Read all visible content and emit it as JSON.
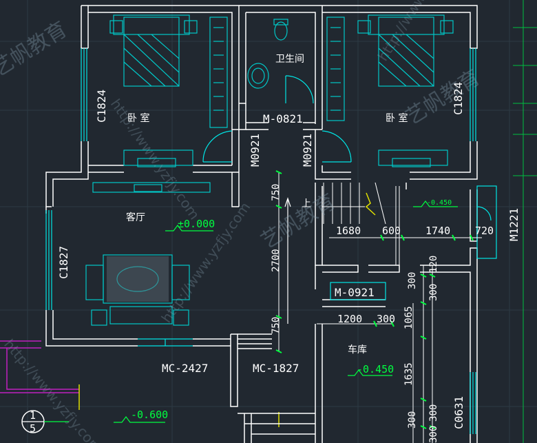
{
  "rooms": {
    "bedroom_left": "卧 室",
    "bedroom_right": "卧 室",
    "bathroom": "卫生间",
    "living_room": "客厅",
    "garage": "车库"
  },
  "doors": {
    "m0821": "M-0821",
    "m0921_left": "M0921",
    "m0921_right": "M0921",
    "m0921_garage": "M-0921",
    "m1221": "M1221",
    "mc2427": "MC-2427",
    "mc1827": "MC-1827"
  },
  "windows": {
    "c1824_left": "C1824",
    "c1824_right": "C1824",
    "c1827": "C1827",
    "c0631": "C0631"
  },
  "levels": {
    "living": "±0.000",
    "garage": "-0.450",
    "stair_landing": "-0.450",
    "outside": "-0.600"
  },
  "stair_label": "上",
  "dimensions": {
    "d1680": "1680",
    "d600": "600",
    "d1740": "1740",
    "d720": "720",
    "d750_top": "750",
    "d2700": "2700",
    "d750_bottom": "750",
    "d1200": "1200",
    "d300_h": "300",
    "d1065": "1065",
    "d1635": "1635",
    "d300_a": "300",
    "d300_b": "300",
    "d120": "120",
    "d300_c": "300",
    "d300_d": "300",
    "d300_e": "300"
  },
  "drawing_ref": {
    "number": "1",
    "sheet": "5"
  },
  "watermarks": {
    "brand_a": "艺帆教育",
    "brand_b": "艺帆教育",
    "brand_c": "艺帆教育",
    "url_a": "http://www.yzfjy.com",
    "url_b": "http://www.yzfjy.com",
    "url_c": "http://www.yzfjy.com",
    "url_d": "http://www.yzfjy.com"
  },
  "colors": {
    "background": "#212830",
    "wall": "#ffffff",
    "window": "#00e5e5",
    "furniture": "#00c8c8",
    "dimension": "#ffffff",
    "dim_tick": "#00ff40",
    "level_mark": "#00ff40",
    "magenta": "#c020c0",
    "yellow": "#e0e000"
  }
}
